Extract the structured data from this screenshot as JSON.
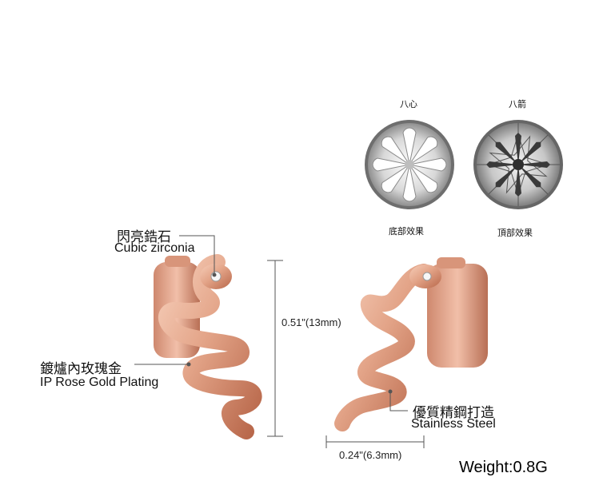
{
  "diamond_views": {
    "left": {
      "title": "八心",
      "caption": "底部效果"
    },
    "right": {
      "title": "八箭",
      "caption": "頂部效果"
    }
  },
  "callouts": {
    "stone": {
      "cn": "閃亮鋯石",
      "en": "Cubic zirconia"
    },
    "plating": {
      "cn": "鍍爐內玫瑰金",
      "en": "IP Rose Gold Plating"
    },
    "material": {
      "cn": "優質精鋼打造",
      "en": "Stainless Steel"
    }
  },
  "dimensions": {
    "height": "0.51\"(13mm)",
    "width": "0.24\"(6.3mm)"
  },
  "weight": "Weight:0.8G",
  "colors": {
    "rose_gold": "#e0a084",
    "rose_gold_dark": "#b8674a",
    "rose_gold_light": "#f6cdb8"
  }
}
